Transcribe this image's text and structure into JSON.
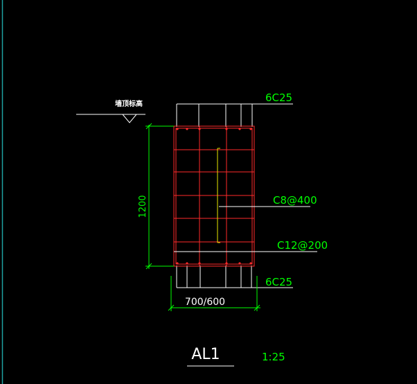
{
  "drawing": {
    "wall_top_label": "墙顶标高",
    "top_rebar": "6C25",
    "bottom_rebar": "6C25",
    "tie_rebar": "C8@400",
    "stirrup_rebar": "C12@200",
    "height_dim": "1200",
    "width_dim": "700/600",
    "section_title": "AL1",
    "scale": "1:25",
    "colors": {
      "background": "#000000",
      "outline": "#ffffff",
      "rebar": "#ff2a2a",
      "dimension": "#00ff00",
      "text": "#00ff00",
      "tie": "#ffff00",
      "frame": "#1fa3a3"
    }
  }
}
